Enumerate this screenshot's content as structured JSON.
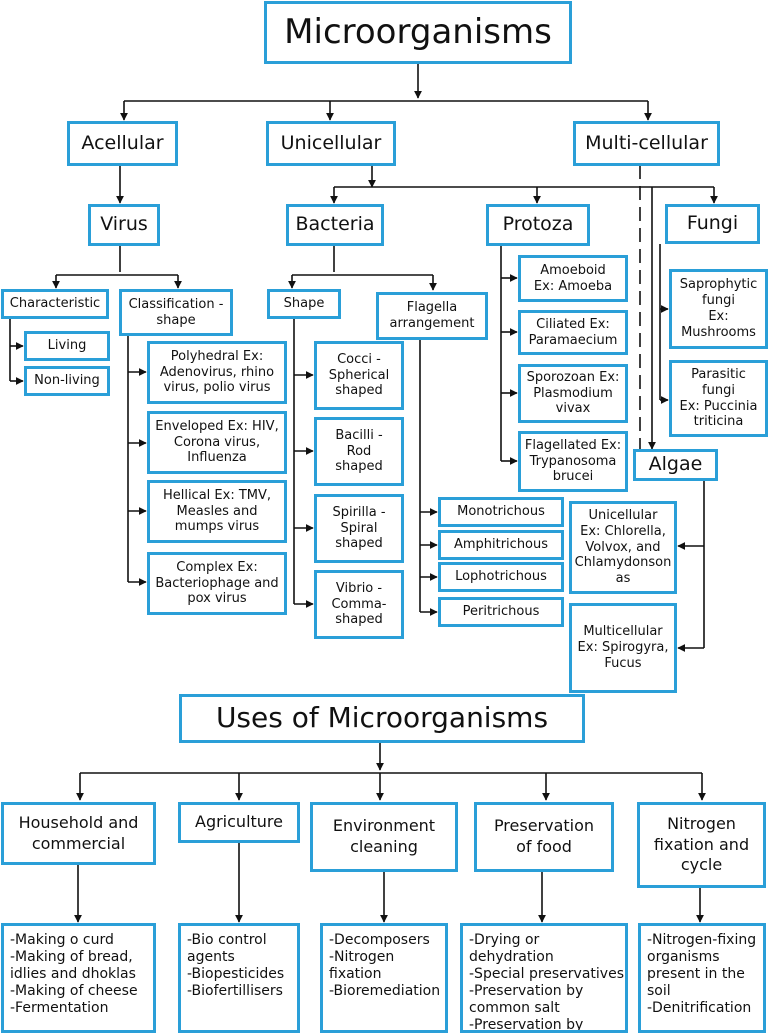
{
  "title": "Microorganisms",
  "acellular": "Acellular",
  "unicellular": "Unicellular",
  "multicellular": "Multi-cellular",
  "virus": {
    "label": "Virus",
    "characteristic": "Characteristic",
    "living": "Living",
    "nonliving": "Non-living",
    "classification": "Classification -\nshape",
    "polyhedral": "Polyhedral Ex:\nAdenovirus, rhino\nvirus, polio virus",
    "enveloped": "Enveloped Ex: HIV,\nCorona virus,\nInfluenza",
    "hellical": "Hellical Ex: TMV,\nMeasles and\nmumps virus",
    "complex": "Complex Ex:\nBacteriophage and\npox virus"
  },
  "bacteria": {
    "label": "Bacteria",
    "shape": "Shape",
    "cocci": "Cocci -\nSpherical\nshaped",
    "bacilli": "Bacilli -\nRod\nshaped",
    "spirilla": "Spirilla -\nSpiral\nshaped",
    "vibrio": "Vibrio -\nComma-\nshaped",
    "flagella": "Flagella\narrangement",
    "mono": "Monotrichous",
    "amphi": "Amphitrichous",
    "lopho": "Lophotrichous",
    "peri": "Peritrichous"
  },
  "protoza": {
    "label": "Protoza",
    "amoeboid": "Amoeboid\nEx: Amoeba",
    "ciliated": "Ciliated Ex:\nParamaecium",
    "sporozoan": "Sporozoan Ex:\nPlasmodium\nvivax",
    "flagellated": "Flagellated Ex:\nTrypanosoma\nbrucei"
  },
  "fungi": {
    "label": "Fungi",
    "saprophytic": "Saprophytic\nfungi\nEx:\nMushrooms",
    "parasitic": "Parasitic\nfungi\nEx: Puccinia\ntriticina"
  },
  "algae": {
    "label": "Algae",
    "unicellular": "Unicellular\nEx: Chlorella,\nVolvox, and\nChlamydonson\nas",
    "multicellular": "Multicellular\nEx: Spirogyra,\nFucus"
  },
  "uses_title": "Uses of Microorganisms",
  "uses": {
    "household": "Household and\ncommercial",
    "agriculture": "Agriculture",
    "environment": "Environment\ncleaning",
    "preservation": "Preservation\nof food",
    "nitrogen": "Nitrogen\nfixation and\ncycle"
  },
  "lists": {
    "household": "-Making o curd\n-Making of bread,\n idlies and dhoklas\n-Making of cheese\n-Fermentation",
    "agriculture": "-Bio control\nagents\n-Biopesticides\n-Biofertillisers",
    "environment": "-Decomposers\n-Nitrogen\n fixation\n-Bioremediation",
    "preservation": "-Drying or dehydration\n-Special preservatives\n-Preservation by\n common salt\n-Preservation by sugar",
    "nitrogen": "-Nitrogen-fixing\n organisms\n present in the\n soil\n-Denitrification"
  }
}
